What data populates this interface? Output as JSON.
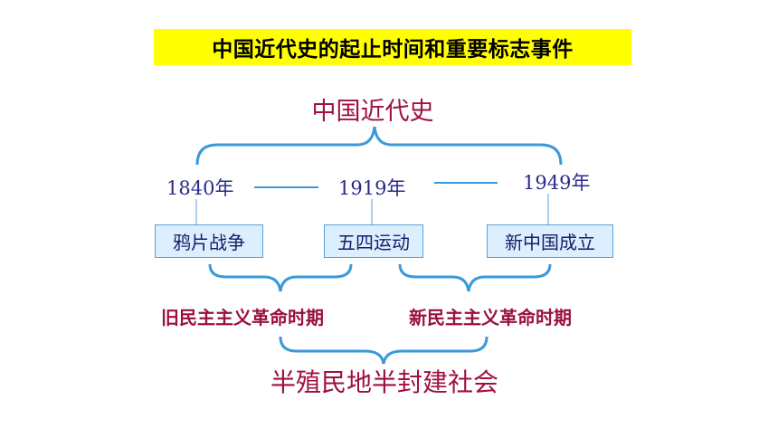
{
  "title": "中国近代史的起止时间和重要标志事件",
  "top_label": "中国近代史",
  "years": [
    "1840年",
    "1919年",
    "1949年"
  ],
  "events": [
    "鸦片战争",
    "五四运动",
    "新中国成立"
  ],
  "periods": [
    "旧民主主义革命时期",
    "新民主主义革命时期"
  ],
  "bottom_label": "半殖民地半封建社会",
  "colors": {
    "banner": "#ffff00",
    "bracket": "#3a9ad9",
    "label_red": "#a01040",
    "year_blue": "#2a2a8a",
    "box_fill": "#dcefff",
    "box_border": "#5aa0d8"
  }
}
